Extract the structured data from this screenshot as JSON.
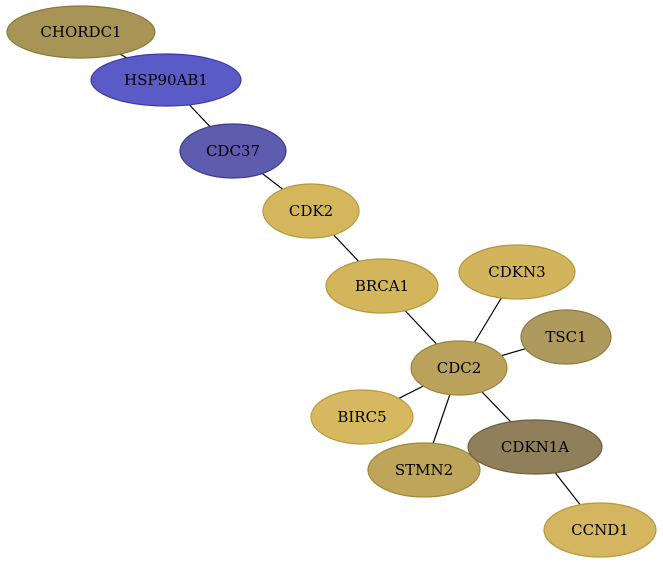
{
  "graph": {
    "nodes": [
      {
        "id": "CHORDC1",
        "label": "CHORDC1",
        "fill": "#a89455",
        "stroke": "#8a7a3a"
      },
      {
        "id": "HSP90AB1",
        "label": "HSP90AB1",
        "fill": "#5b5bc8",
        "stroke": "#3a3aa8"
      },
      {
        "id": "CDC37",
        "label": "CDC37",
        "fill": "#5d5cae",
        "stroke": "#3c3b8e"
      },
      {
        "id": "CDK2",
        "label": "CDK2",
        "fill": "#d4b65c",
        "stroke": "#b8983c"
      },
      {
        "id": "BRCA1",
        "label": "BRCA1",
        "fill": "#d3b55b",
        "stroke": "#b7973b"
      },
      {
        "id": "CDKN3",
        "label": "CDKN3",
        "fill": "#d2b45c",
        "stroke": "#b6963c"
      },
      {
        "id": "TSC1",
        "label": "TSC1",
        "fill": "#ae9a5c",
        "stroke": "#8f7c3e"
      },
      {
        "id": "CDC2",
        "label": "CDC2",
        "fill": "#bba25b",
        "stroke": "#9d843d"
      },
      {
        "id": "BIRC5",
        "label": "BIRC5",
        "fill": "#d5b860",
        "stroke": "#b99a40"
      },
      {
        "id": "STMN2",
        "label": "STMN2",
        "fill": "#bea559",
        "stroke": "#a0873b"
      },
      {
        "id": "CDKN1A",
        "label": "CDKN1A",
        "fill": "#8f7f5a",
        "stroke": "#6f5f3c"
      },
      {
        "id": "CCND1",
        "label": "CCND1",
        "fill": "#d4b660",
        "stroke": "#b89840"
      }
    ],
    "edges": [
      {
        "source": "CHORDC1",
        "target": "HSP90AB1"
      },
      {
        "source": "HSP90AB1",
        "target": "CDC37"
      },
      {
        "source": "CDC37",
        "target": "CDK2"
      },
      {
        "source": "CDK2",
        "target": "BRCA1"
      },
      {
        "source": "BRCA1",
        "target": "CDC2"
      },
      {
        "source": "CDKN3",
        "target": "CDC2"
      },
      {
        "source": "TSC1",
        "target": "CDC2"
      },
      {
        "source": "BIRC5",
        "target": "CDC2"
      },
      {
        "source": "STMN2",
        "target": "CDC2"
      },
      {
        "source": "CDKN1A",
        "target": "CDC2"
      },
      {
        "source": "CDKN1A",
        "target": "CCND1"
      }
    ]
  }
}
